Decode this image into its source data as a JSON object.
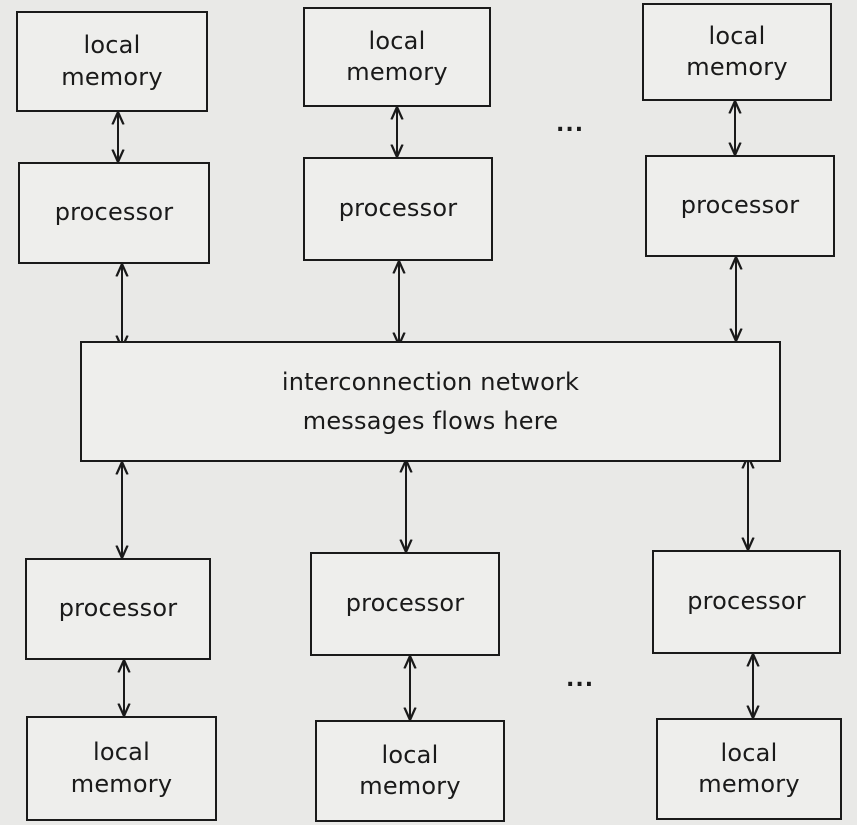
{
  "colors": {
    "background": "#e9e9e7",
    "box_fill": "#eeeeec",
    "stroke": "#1a1a1a"
  },
  "top_row": {
    "memories": [
      {
        "line1": "local",
        "line2": "memory"
      },
      {
        "line1": "local",
        "line2": "memory"
      },
      {
        "line1": "local",
        "line2": "memory"
      }
    ],
    "processors": [
      "processor",
      "processor",
      "processor"
    ],
    "ellipsis": "..."
  },
  "network": {
    "line1": "interconnection network",
    "line2": "messages flows here"
  },
  "bottom_row": {
    "processors": [
      "processor",
      "processor",
      "processor"
    ],
    "memories": [
      {
        "line1": "local",
        "line2": "memory"
      },
      {
        "line1": "local",
        "line2": "memory"
      },
      {
        "line1": "local",
        "line2": "memory"
      }
    ],
    "ellipsis": "..."
  }
}
